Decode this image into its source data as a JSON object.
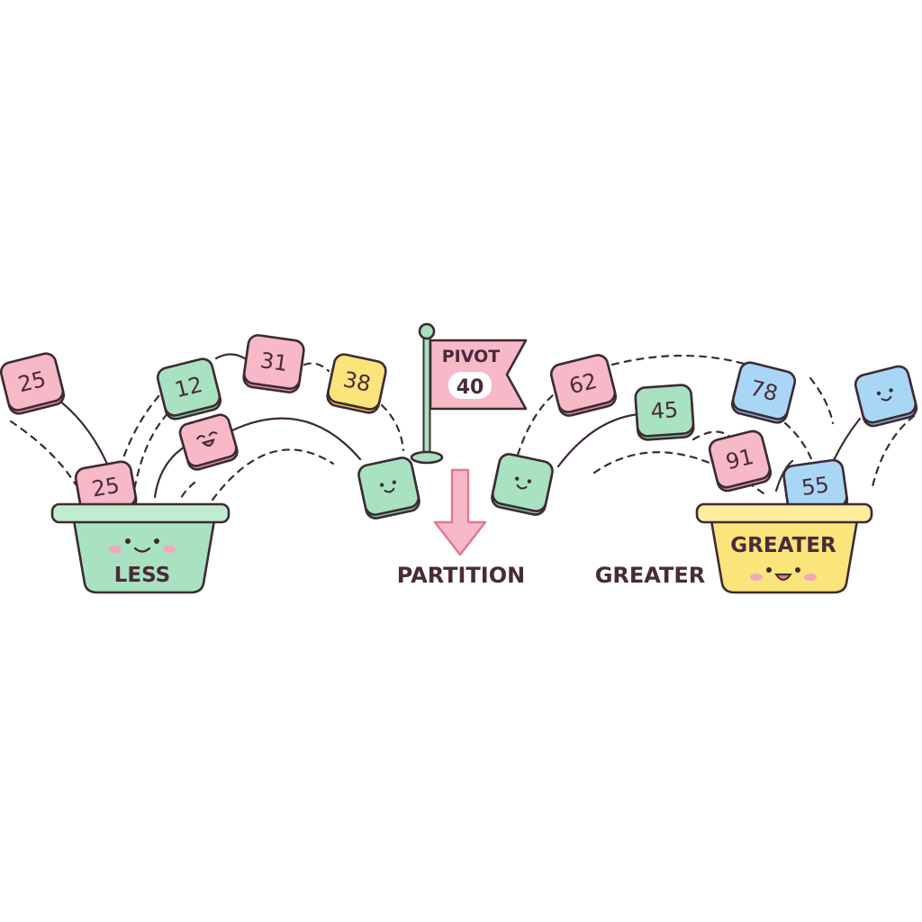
{
  "pivot": {
    "label": "PIVOT",
    "value": "40"
  },
  "partition_label": "PARTITION",
  "less_bin": {
    "label": "LESS"
  },
  "greater_bin": {
    "label": "GREATER"
  },
  "greater_side_label": "GREATER",
  "tiles": {
    "t25a": {
      "value": "25"
    },
    "t12": {
      "value": "12"
    },
    "t31": {
      "value": "31"
    },
    "t38": {
      "value": "38"
    },
    "t25b": {
      "value": "25"
    },
    "t62": {
      "value": "62"
    },
    "t45": {
      "value": "45"
    },
    "t78": {
      "value": "78"
    },
    "t91": {
      "value": "91"
    },
    "t55": {
      "value": "55"
    }
  },
  "colors": {
    "pink": "#f7b8c8",
    "mint": "#a8e2c0",
    "yellow": "#fbe47a",
    "blue": "#a9d6f5",
    "outline": "#3d2a33",
    "text": "#4a2a3a"
  }
}
